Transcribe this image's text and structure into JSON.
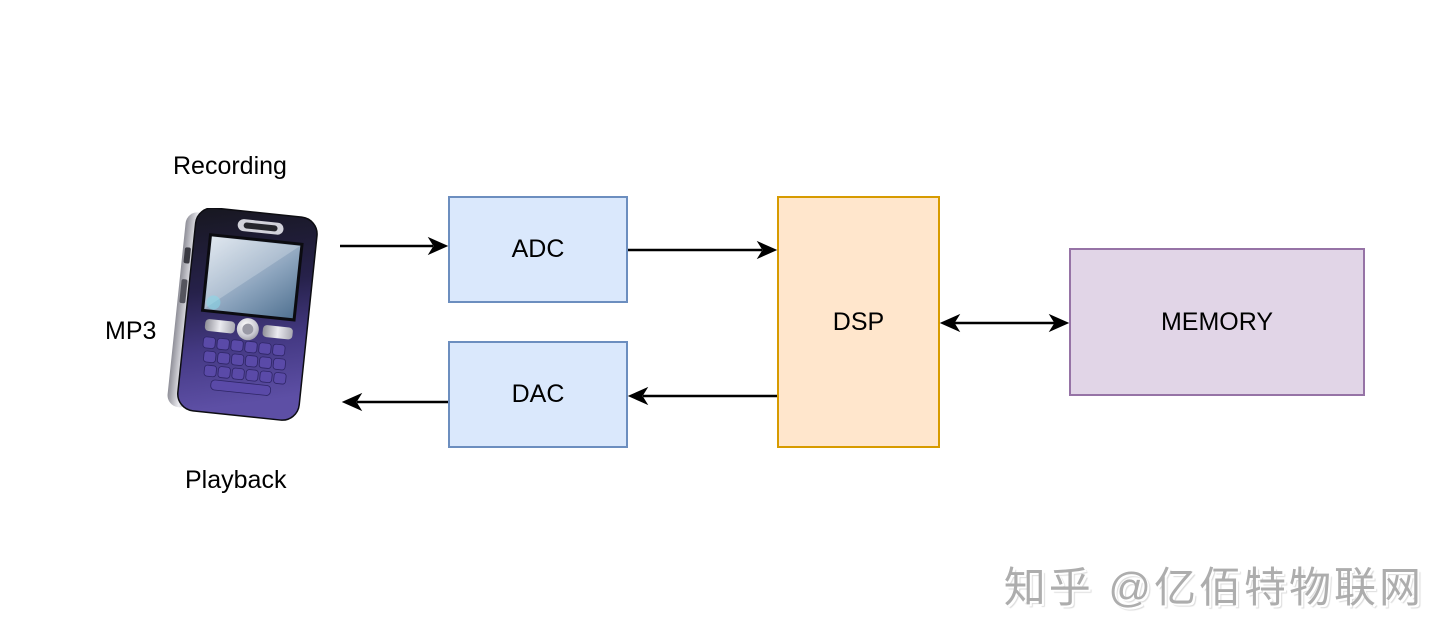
{
  "labels": {
    "recording": "Recording",
    "mp3": "MP3",
    "playback": "Playback"
  },
  "blocks": {
    "adc": {
      "label": "ADC",
      "fill": "#dae8fc",
      "border": "#6c8ebf"
    },
    "dac": {
      "label": "DAC",
      "fill": "#dae8fc",
      "border": "#6c8ebf"
    },
    "dsp": {
      "label": "DSP",
      "fill": "#ffe6cc",
      "border": "#d79b00"
    },
    "memory": {
      "label": "MEMORY",
      "fill": "#e1d5e7",
      "border": "#9673a6"
    }
  },
  "connections": [
    {
      "from": "mp3-device",
      "to": "adc",
      "direction": "right"
    },
    {
      "from": "adc",
      "to": "dsp",
      "direction": "right"
    },
    {
      "from": "dsp",
      "to": "memory",
      "direction": "both"
    },
    {
      "from": "dsp",
      "to": "dac",
      "direction": "left"
    },
    {
      "from": "dac",
      "to": "mp3-device",
      "direction": "left"
    }
  ],
  "icons": {
    "phone": "blackberry-smartphone-illustration"
  },
  "watermark": {
    "text": "知乎 @亿佰特物联网",
    "color": "#adadad"
  },
  "colors": {
    "arrow": "#000000",
    "background": "#ffffff",
    "text": "#000000"
  }
}
